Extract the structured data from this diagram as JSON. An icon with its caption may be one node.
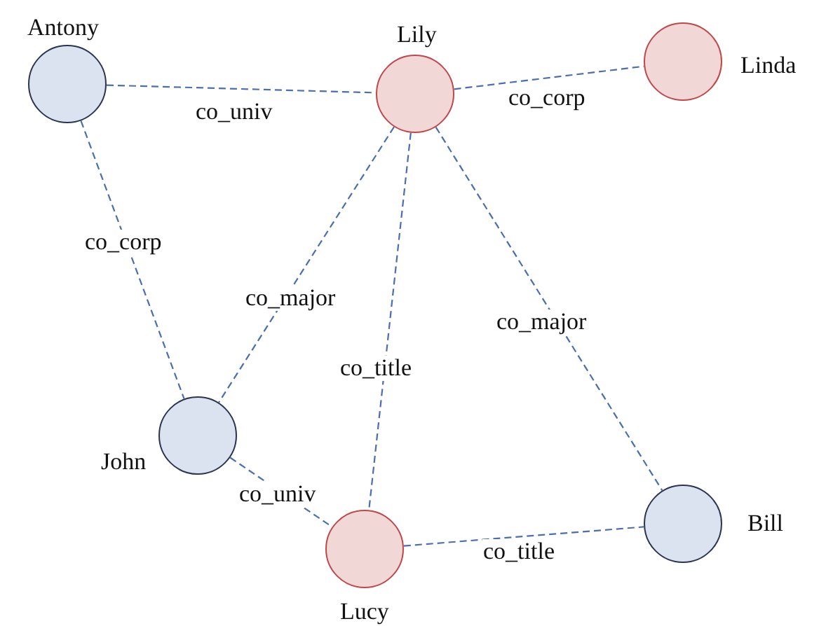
{
  "diagram": {
    "nodes": [
      {
        "text": [
          "Antony"
        ]
      },
      {
        "text": [
          "Lily"
        ]
      },
      {
        "text": [
          "Linda"
        ]
      },
      {
        "text": [
          "John"
        ]
      },
      {
        "text": [
          "Lucy"
        ]
      },
      {
        "text": [
          "Bill"
        ]
      }
    ],
    "edges": [
      {
        "from": 0,
        "to": 1,
        "arrow": "none",
        "label": "co_univ",
        "style": "dashed"
      },
      {
        "from": 1,
        "to": 2,
        "arrow": "none",
        "label": "co_corp",
        "style": "dashed"
      },
      {
        "from": 0,
        "to": 3,
        "arrow": "none",
        "label": "co_corp",
        "style": "dashed"
      },
      {
        "from": 1,
        "to": 3,
        "arrow": "none",
        "label": "co_major",
        "style": "dashed"
      },
      {
        "from": 1,
        "to": 4,
        "arrow": "none",
        "label": "co_title",
        "style": "dashed"
      },
      {
        "from": 1,
        "to": 5,
        "arrow": "none",
        "label": "co_major",
        "style": "dashed"
      },
      {
        "from": 3,
        "to": 4,
        "arrow": "none",
        "label": "co_univ",
        "style": "dashed"
      },
      {
        "from": 4,
        "to": 5,
        "arrow": "none",
        "label": "co_title",
        "style": "dashed"
      }
    ]
  }
}
